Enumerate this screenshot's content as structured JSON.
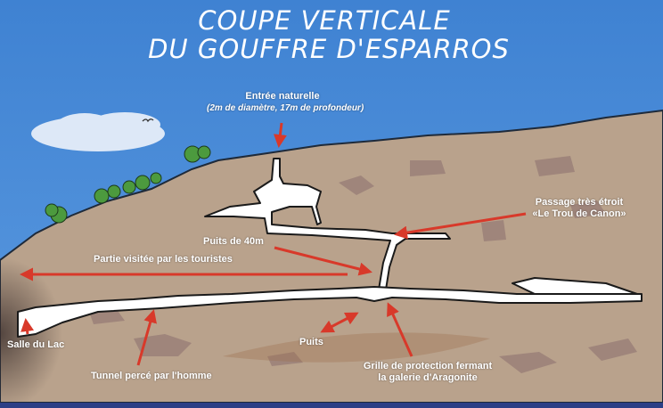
{
  "title": {
    "line1": "COUPE VERTICALE",
    "line2": "DU GOUFFRE D'ESPARROS"
  },
  "labels": {
    "entree": "Entrée naturelle",
    "entree_detail": "(2m de diamètre, 17m de profondeur)",
    "passage_1": "Passage très étroit",
    "passage_2": "«Le Trou de Canon»",
    "puits40": "Puits de 40m",
    "partie": "Partie visitée par les touristes",
    "salle": "Salle du Lac",
    "tunnel": "Tunnel percé par l'homme",
    "puits": "Puits",
    "grille_1": "Grille de protection fermant",
    "grille_2": "la galerie d'Aragonite"
  },
  "colors": {
    "sky": "#4a8ad6",
    "rock": "#b9a28c",
    "arrow": "#d8392a",
    "cave": "#ffffff",
    "footer": "#2c3f86"
  }
}
